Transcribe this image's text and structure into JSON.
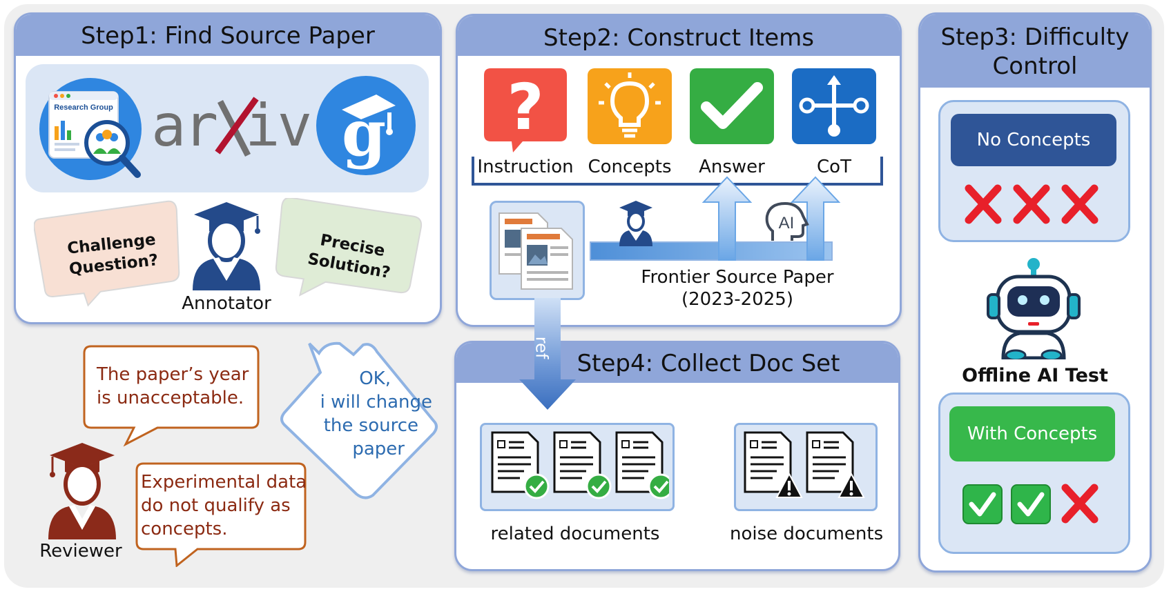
{
  "colors": {
    "panel_header": "#8fa6d9",
    "panel_border": "#8fa6d9",
    "step1_banner": "#dbe6f5",
    "orange_bubble": "#c0631f",
    "blue_bubble": "#8fb3e3",
    "blue_text": "#2c6bb0",
    "dark_red_text": "#8b2a12",
    "no_concepts": "#2f5597",
    "with_concepts": "#37b84b",
    "cross_red": "#e8202a",
    "check_green": "#2fb54a",
    "reviewer": "#8b2a1a",
    "annotator": "#244a8a"
  },
  "step1": {
    "title": "Step1: Find Source Paper",
    "research_group": "Research Group",
    "arxiv_logo": "arXiv",
    "scholar_logo": "g",
    "challenge_bubble": [
      "Challenge",
      "Question?"
    ],
    "solution_bubble": [
      "Precise",
      "Solution?"
    ],
    "annotator": "Annotator"
  },
  "step2": {
    "title": "Step2: Construct Items",
    "items": [
      {
        "label": "Instruction",
        "icon": "question-mark-icon",
        "color": "#f25245"
      },
      {
        "label": "Concepts",
        "icon": "lightbulb-icon",
        "color": "#f7a21b"
      },
      {
        "label": "Answer",
        "icon": "checkmark-icon",
        "color": "#35ad43"
      },
      {
        "label": "CoT",
        "icon": "network-icon",
        "color": "#1b6cc4"
      }
    ],
    "ai_label": "AI",
    "source_line1": "Frontier Source Paper",
    "source_line2": "(2023-2025)",
    "ref": "ref"
  },
  "step3": {
    "title_line1": "Step3: Difficulty",
    "title_line2": "Control",
    "no_concepts": "No Concepts",
    "no_concepts_results": [
      "cross",
      "cross",
      "cross"
    ],
    "robot_label": "Offline AI Test",
    "with_concepts": "With Concepts",
    "with_concepts_results": [
      "check",
      "check",
      "cross"
    ]
  },
  "step4": {
    "title": "Step4: Collect Doc Set",
    "related_label": "related documents",
    "noise_label": "noise documents",
    "related_count": 3,
    "noise_count": 2
  },
  "reviewer": {
    "label": "Reviewer",
    "comment1": [
      "The paper’s year",
      "is unacceptable."
    ],
    "comment2": [
      "Experimental data",
      "do not qualify as",
      "concepts."
    ],
    "reply": [
      "OK,",
      "i will change",
      "the source",
      "paper"
    ]
  }
}
